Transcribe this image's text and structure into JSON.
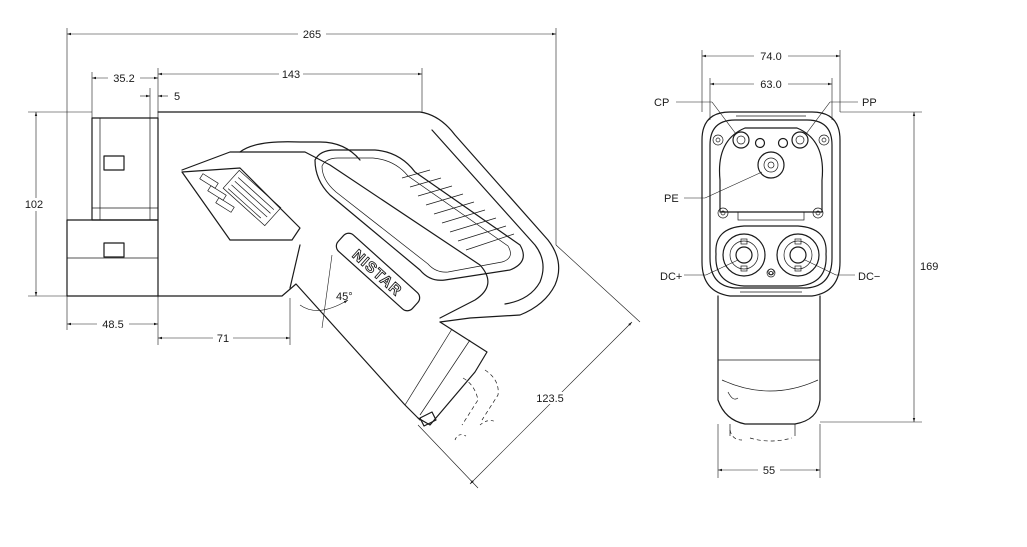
{
  "dimensions": {
    "d265": "265",
    "d35_2": "35.2",
    "d143": "143",
    "d5": "5",
    "d102": "102",
    "d48_5": "48.5",
    "d71": "71",
    "d45": "45°",
    "d123_5": "123.5",
    "d74": "74.0",
    "d63": "63.0",
    "d169": "169",
    "d55": "55"
  },
  "pins": {
    "cp": "CP",
    "pp": "PP",
    "pe": "PE",
    "dc_plus": "DC+",
    "dc_minus": "DC−"
  },
  "brand": "NISTAR",
  "colors": {
    "line": "#1a1a1a",
    "background": "#ffffff"
  }
}
